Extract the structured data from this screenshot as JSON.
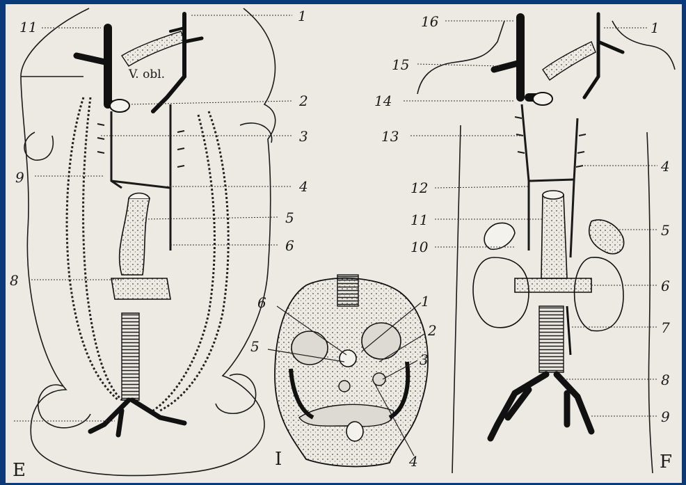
{
  "figure_E": {
    "panel_letter": "E",
    "left_labels": [
      "11",
      "9",
      "8"
    ],
    "right_labels": [
      "1",
      "2",
      "3",
      "4",
      "5",
      "6"
    ],
    "vessel_annotation": "V. obl."
  },
  "figure_cross_section": {
    "panel_numeral": "I",
    "labels": [
      "6",
      "1",
      "2",
      "5",
      "3",
      "4"
    ]
  },
  "figure_F": {
    "panel_letter": "F",
    "left_labels": [
      "16",
      "15",
      "14",
      "13",
      "12",
      "11",
      "10"
    ],
    "right_labels": [
      "1",
      "4",
      "5",
      "6",
      "7",
      "8",
      "9"
    ]
  },
  "colors": {
    "background_border": "#0b3a7a",
    "paper": "#eceae3",
    "ink": "#1a1a1a"
  }
}
